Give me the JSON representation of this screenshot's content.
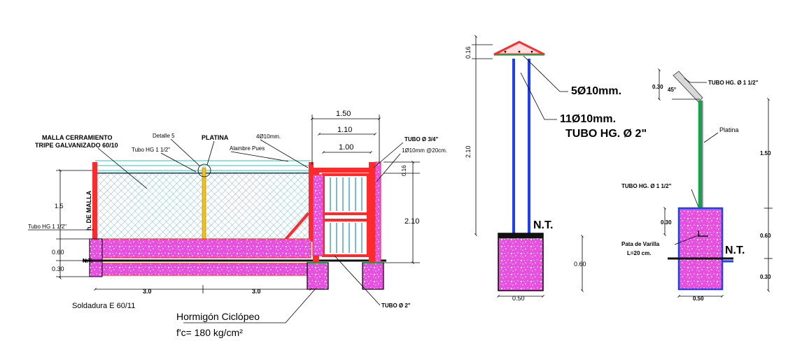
{
  "colors": {
    "red_steel": "#ff2a2a",
    "concrete_fill": "#e84fe0",
    "mesh": "#1f8fb8",
    "rebar_blue": "#1b3fff",
    "rebar_green": "#1aa04a",
    "black": "#000000"
  },
  "elevation": {
    "malla_label_1": "MALLA CERRAMIENTO",
    "malla_label_2": "TRIPE GALVANIZADO 60/10",
    "tubo_hg_112_top": "Tubo HG 1 1/2\"",
    "detalle": "Detalle 5",
    "platina": "PLATINA",
    "rebar_410": "4Ø10mm.",
    "alambre": "Alambre Pues",
    "tubo_34": "TUBO Ø 3/4\"",
    "rebar_1_20": "1Ø10mm @20cm.",
    "h_malla": "h. DE MALLA",
    "tubo_hg_112_left": "Tubo HG 1 1/2\"",
    "dim_150": "1.50",
    "dim_110": "1.10",
    "dim_100": "1.00",
    "dim_016": "0.16",
    "dim_210": "2.10",
    "dim_15": "1.5",
    "dim_060": "0.60",
    "dim_030": "0.30",
    "dim_3a": "3.0",
    "dim_3b": "3.0",
    "tubo_2": "TUBO Ø 2\"",
    "nt_small": "N.T.",
    "soldadura": "Soldadura  E 60/11",
    "hormigon": "Hormigón Ciclópeo",
    "fc": "f'c= 180 kg/cm²"
  },
  "post_detail": {
    "dim_016": "0.16",
    "dim_210": "2.10",
    "rebar_5": "5Ø10mm.",
    "rebar_11": "11Ø10mm.",
    "tubo_hg2": "TUBO HG. Ø 2\"",
    "nt": "N.T.",
    "dim_060": "0.60",
    "dim_050": "0.50"
  },
  "inclined_detail": {
    "tubo_top": "TUBO HG. Ø 1 1/2\"",
    "dim_030_top": "0.30",
    "angle": "45°",
    "platina": "Platina",
    "dim_150": "1.50",
    "tubo_mid": "TUBO HG. Ø 1 1/2\"",
    "dim_030": "0.30",
    "pata_1": "Pata de Varilla",
    "pata_2": "L=20 cm.",
    "nt": "N.T.",
    "dim_060": "0.60",
    "dim_030_bottom": "0.30",
    "dim_050": "0.50"
  }
}
